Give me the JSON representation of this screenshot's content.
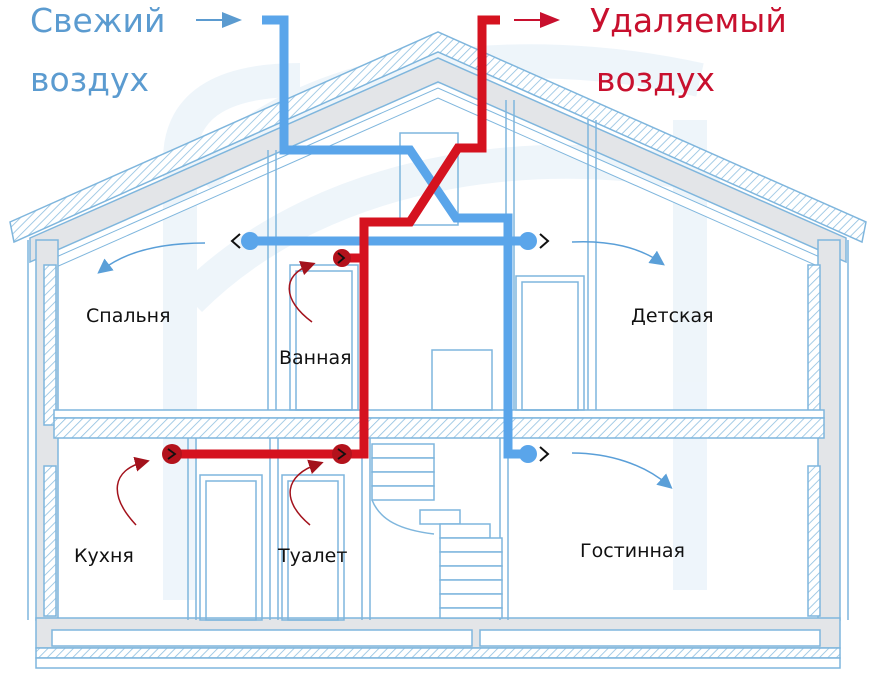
{
  "legend": {
    "fresh_air": {
      "line1": "Свежий",
      "line2": "воздух",
      "color": "#5aa5ea"
    },
    "exhaust_air": {
      "line1": "Удаляемый",
      "line2": "воздух",
      "color": "#d5121f"
    }
  },
  "rooms": {
    "bedroom": "Спальня",
    "bathroom": "Ванная",
    "kids_room": "Детская",
    "kitchen": "Кухня",
    "toilet": "Туалет",
    "living_room": "Гостинная"
  },
  "colors": {
    "blueprint_line": "#7fb6dd",
    "wall_fill": "#e3e5e8",
    "fresh_duct": "#5aa5ea",
    "exhaust_duct": "#d5121f",
    "exhaust_arrow": "#a3121c",
    "fresh_arrow": "#5a9fd8"
  }
}
